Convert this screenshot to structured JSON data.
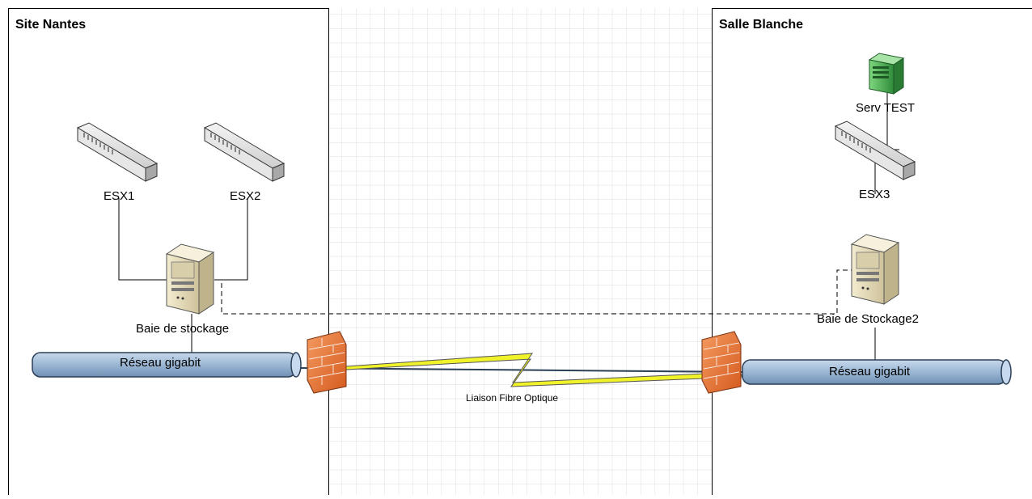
{
  "zones": {
    "left_title": "Site Nantes",
    "right_title": "Salle Blanche"
  },
  "nodes": {
    "esx1": "ESX1",
    "esx2": "ESX2",
    "esx3": "ESX3",
    "serv_test": "Serv TEST",
    "baie1": "Baie de stockage",
    "baie2": "Baie de Stockage2",
    "net_left": "Réseau gigabit",
    "net_right": "Réseau gigabit"
  },
  "link": {
    "label": "Liaison Fibre Optique"
  },
  "colors": {
    "pipe_fill": "#9bb7d4",
    "pipe_stroke": "#2b3f57",
    "firewall": "#e8783c",
    "bolt": "#f0f22a",
    "server_green": "#4caf50",
    "server_beige": "#e8e0c0",
    "grid": "#dcdcdc"
  }
}
